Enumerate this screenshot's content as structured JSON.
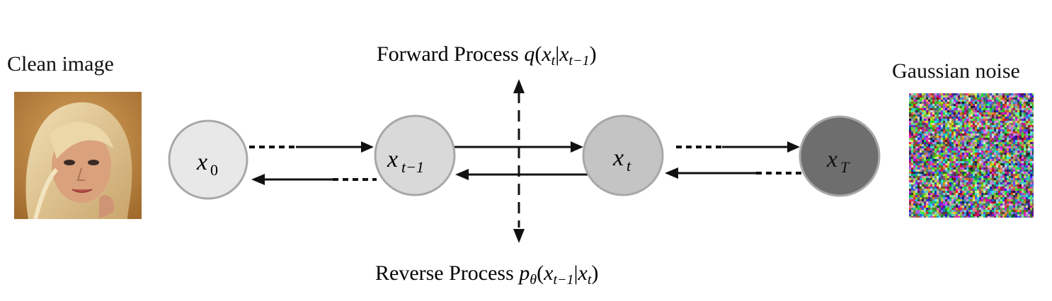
{
  "left_caption": "Clean image",
  "right_caption": "Gaussian noise",
  "forward": {
    "prefix": "Forward Process ",
    "fn": "q",
    "args": [
      "x",
      "t",
      "|",
      "x",
      "t−1"
    ]
  },
  "reverse": {
    "prefix": "Reverse Process ",
    "fn": "p",
    "fn_sub": "θ",
    "args": [
      "x",
      "t−1",
      "|",
      "x",
      "t"
    ]
  },
  "nodes": [
    {
      "id": "x0",
      "base": "x",
      "sub": "0",
      "fill": "#e8e8e8"
    },
    {
      "id": "xt-1",
      "base": "x",
      "sub": "t−1",
      "fill": "#d9d9d9"
    },
    {
      "id": "xt",
      "base": "x",
      "sub": "t",
      "fill": "#c4c4c4"
    },
    {
      "id": "xT",
      "base": "x",
      "sub": "T",
      "fill": "#6e6e6e"
    }
  ],
  "node_stroke": "#a8a8a8",
  "icons": {
    "left_image": "face-photo",
    "right_image": "gaussian-noise-square"
  }
}
